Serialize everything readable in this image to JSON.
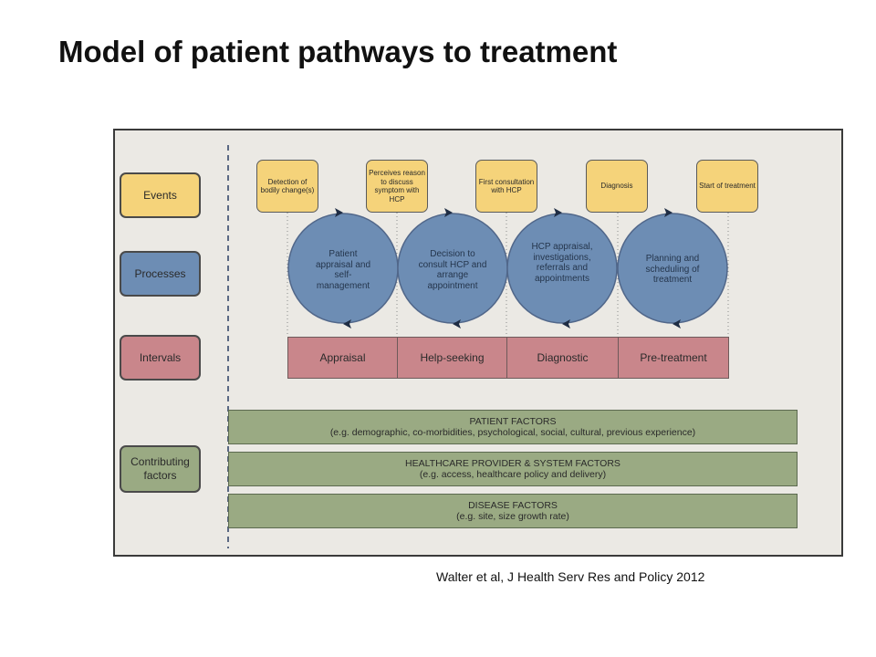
{
  "slide": {
    "title": "Model of patient pathways to treatment",
    "citation": "Walter et al, J Health Serv Res and Policy 2012"
  },
  "diagram": {
    "row_labels": {
      "events": "Events",
      "processes": "Processes",
      "intervals": "Intervals",
      "contributing": "Contributing factors"
    },
    "events": [
      "Detection of bodily change(s)",
      "Perceives reason to discuss symptom with HCP",
      "First consultation with HCP",
      "Diagnosis",
      "Start of treatment"
    ],
    "processes": [
      "Patient appraisal and self-management",
      "Decision to consult HCP and arrange appointment",
      "HCP appraisal, investigations, referrals and appointments",
      "Planning and scheduling of treatment"
    ],
    "intervals": [
      "Appraisal",
      "Help-seeking",
      "Diagnostic",
      "Pre-treatment"
    ],
    "factors": [
      {
        "title": "PATIENT FACTORS",
        "detail": "(e.g. demographic, co-morbidities, psychological, social, cultural, previous experience)"
      },
      {
        "title": "HEALTHCARE PROVIDER & SYSTEM FACTORS",
        "detail": "(e.g. access, healthcare policy and delivery)"
      },
      {
        "title": "DISEASE FACTORS",
        "detail": "(e.g. site, size growth rate)"
      }
    ],
    "colors": {
      "events": "#f5d37a",
      "processes": "#6d8db4",
      "intervals": "#c9868b",
      "factors": "#9aaa83",
      "background": "#ebe9e4"
    }
  }
}
